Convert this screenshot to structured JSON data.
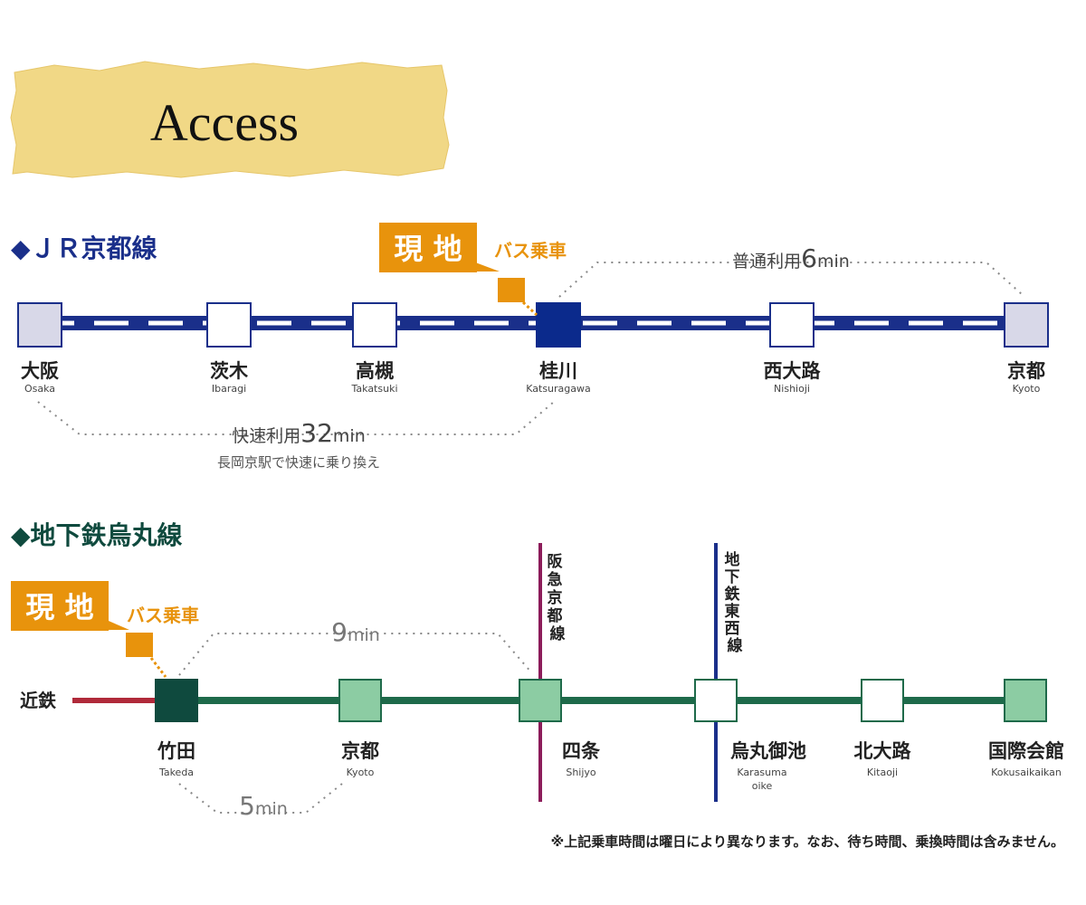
{
  "title": "Access",
  "colors": {
    "jr_line": "#1a2f8a",
    "jr_dark": "#0b2a8c",
    "subway_line": "#1e6a4a",
    "subway_dark": "#0f4a3e",
    "subway_station": "#8ccca3",
    "kintetsu": "#b02a3a",
    "hankyu": "#8c1c5a",
    "tozai": "#1a2f8a",
    "marker": "#e8930c",
    "banner": "#f1d886",
    "jr_terminal": "#d8d8e8"
  },
  "jr": {
    "heading": "◆ＪＲ京都線",
    "marker_label": "現 地",
    "bus_label": "バス乗車",
    "stations": [
      {
        "ja": "大阪",
        "en": "Osaka"
      },
      {
        "ja": "茨木",
        "en": "Ibaragi"
      },
      {
        "ja": "高槻",
        "en": "Takatsuki"
      },
      {
        "ja": "桂川",
        "en": "Katsuragawa"
      },
      {
        "ja": "西大路",
        "en": "Nishioji"
      },
      {
        "ja": "京都",
        "en": "Kyoto"
      }
    ],
    "time_local_prefix": "普通利用",
    "time_local_value": "6",
    "time_local_unit": "min",
    "time_rapid_prefix": "快速利用",
    "time_rapid_value": "32",
    "time_rapid_unit": "min",
    "transfer_note": "長岡京駅で快速に乗り換え"
  },
  "subway": {
    "heading": "◆地下鉄烏丸線",
    "marker_label": "現 地",
    "bus_label": "バス乗車",
    "kintetsu_label": "近鉄",
    "hankyu_label": [
      "阪",
      "急",
      "京",
      "都",
      "線"
    ],
    "tozai_label": [
      "地",
      "下",
      "鉄",
      "東",
      "西",
      "線"
    ],
    "stations": [
      {
        "ja": "竹田",
        "en": [
          "Takeda"
        ]
      },
      {
        "ja": "京都",
        "en": [
          "Kyoto"
        ]
      },
      {
        "ja": "四条",
        "en": [
          "Shijyo"
        ]
      },
      {
        "ja": "烏丸御池",
        "en": [
          "Karasuma",
          "oike"
        ]
      },
      {
        "ja": "北大路",
        "en": [
          "Kitaoji"
        ]
      },
      {
        "ja": "国際会館",
        "en": [
          "Kokusaikaikan"
        ]
      }
    ],
    "time_upper_value": "9",
    "time_upper_unit": "min",
    "time_lower_value": "5",
    "time_lower_unit": "min"
  },
  "footnote": "※上記乗車時間は曜日により異なります。なお、待ち時間、乗換時間は含みません。"
}
